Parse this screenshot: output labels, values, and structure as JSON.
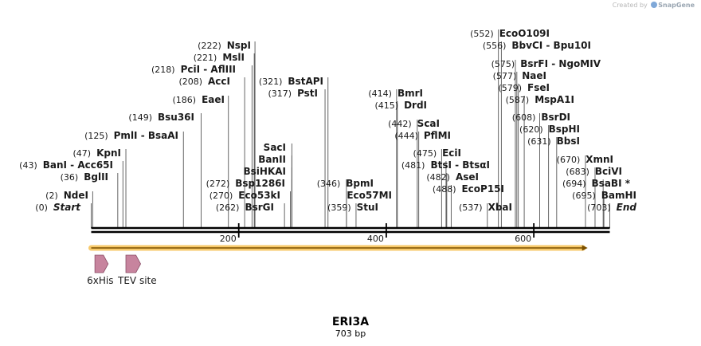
{
  "credit": {
    "prefix": "Created by",
    "brand": "SnapGene"
  },
  "sequence": {
    "name": "ERI3A",
    "length_label": "703 bp",
    "length": 703
  },
  "axis_ticks": [
    200,
    400,
    600
  ],
  "sites": [
    {
      "pos": 0,
      "pos_label": "(0)",
      "name": "Start",
      "italic": true
    },
    {
      "pos": 2,
      "pos_label": "(2)",
      "name": "NdeI"
    },
    {
      "pos": 36,
      "pos_label": "(36)",
      "name": "BglII"
    },
    {
      "pos": 43,
      "pos_label": "(43)",
      "name": "BanI - Acc65I"
    },
    {
      "pos": 47,
      "pos_label": "(47)",
      "name": "KpnI"
    },
    {
      "pos": 125,
      "pos_label": "(125)",
      "name": "PmlI - BsaAI"
    },
    {
      "pos": 149,
      "pos_label": "(149)",
      "name": "Bsu36I"
    },
    {
      "pos": 186,
      "pos_label": "(186)",
      "name": "EaeI"
    },
    {
      "pos": 208,
      "pos_label": "(208)",
      "name": "AccI"
    },
    {
      "pos": 218,
      "pos_label": "(218)",
      "name": "PciI - AflIII"
    },
    {
      "pos": 221,
      "pos_label": "(221)",
      "name": "MslI"
    },
    {
      "pos": 222,
      "pos_label": "(222)",
      "name": "NspI"
    },
    {
      "pos": 262,
      "pos_label": "(262)",
      "name": "BsrGI"
    },
    {
      "pos": 270,
      "pos_label": "(270)",
      "name": "Eco53kI"
    },
    {
      "pos": 272,
      "pos_label": "(272)",
      "name": "Bsp1286I"
    },
    {
      "pos": 272,
      "pos_label": "",
      "name": "BsiHKAI"
    },
    {
      "pos": 272,
      "pos_label": "",
      "name": "BanII"
    },
    {
      "pos": 272,
      "pos_label": "",
      "name": "SacI"
    },
    {
      "pos": 317,
      "pos_label": "(317)",
      "name": "PstI"
    },
    {
      "pos": 321,
      "pos_label": "(321)",
      "name": "BstAPI"
    },
    {
      "pos": 346,
      "pos_label": "(346)",
      "name": "BpmI"
    },
    {
      "pos": 346,
      "pos_label": "",
      "name": "Eco57MI"
    },
    {
      "pos": 359,
      "pos_label": "(359)",
      "name": "StuI"
    },
    {
      "pos": 414,
      "pos_label": "(414)",
      "name": "BmrI"
    },
    {
      "pos": 415,
      "pos_label": "(415)",
      "name": "DrdI"
    },
    {
      "pos": 442,
      "pos_label": "(442)",
      "name": "ScaI"
    },
    {
      "pos": 444,
      "pos_label": "(444)",
      "name": "PflMI"
    },
    {
      "pos": 475,
      "pos_label": "(475)",
      "name": "EciI"
    },
    {
      "pos": 481,
      "pos_label": "(481)",
      "name": "BtsI - BtsαI"
    },
    {
      "pos": 482,
      "pos_label": "(482)",
      "name": "AseI"
    },
    {
      "pos": 488,
      "pos_label": "(488)",
      "name": "EcoP15I"
    },
    {
      "pos": 537,
      "pos_label": "(537)",
      "name": "XbaI"
    },
    {
      "pos": 552,
      "pos_label": "(552)",
      "name": "EcoO109I"
    },
    {
      "pos": 556,
      "pos_label": "(556)",
      "name": "BbvCI - Bpu10I"
    },
    {
      "pos": 575,
      "pos_label": "(575)",
      "name": "BsrFI - NgoMIV"
    },
    {
      "pos": 577,
      "pos_label": "(577)",
      "name": "NaeI"
    },
    {
      "pos": 579,
      "pos_label": "(579)",
      "name": "FseI"
    },
    {
      "pos": 587,
      "pos_label": "(587)",
      "name": "MspA1I"
    },
    {
      "pos": 608,
      "pos_label": "(608)",
      "name": "BsrDI"
    },
    {
      "pos": 620,
      "pos_label": "(620)",
      "name": "BspHI"
    },
    {
      "pos": 631,
      "pos_label": "(631)",
      "name": "BbsI"
    },
    {
      "pos": 670,
      "pos_label": "(670)",
      "name": "XmnI"
    },
    {
      "pos": 683,
      "pos_label": "(683)",
      "name": "BciVI"
    },
    {
      "pos": 694,
      "pos_label": "(694)",
      "name": "BsaBI *"
    },
    {
      "pos": 695,
      "pos_label": "(695)",
      "name": "BamHI"
    },
    {
      "pos": 703,
      "pos_label": "(703)",
      "name": "End",
      "italic": true
    }
  ],
  "features": [
    {
      "name": "6xHis",
      "start": 5,
      "end": 23
    },
    {
      "name": "TEV site",
      "start": 47,
      "end": 67
    }
  ],
  "orf": {
    "start": 0,
    "end": 673,
    "direction": "forward"
  },
  "colors": {
    "line": "#555555",
    "dna": "#000000",
    "text": "#1a1a1a",
    "feature_fill": "#c7849e",
    "feature_stroke": "#8a4d66",
    "orf_stroke": "#7a4f00",
    "orf_glow": "#f7c96a"
  }
}
